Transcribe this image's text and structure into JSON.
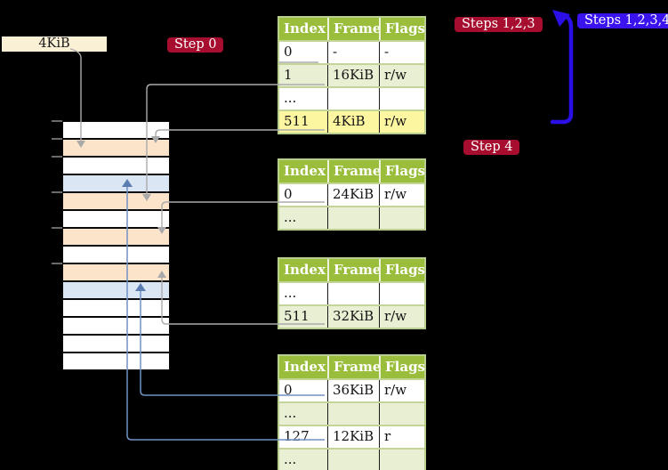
{
  "colors": {
    "background": "#000000",
    "table_header_green": "#9abd3c",
    "table_row_shaded_green": "#e9efd3",
    "highlight_yellow": "#fdf6a0",
    "frame_peach": "#fce4cb",
    "frame_blue": "#dbe6f5",
    "chunk_box_cream": "#faf0d6",
    "badge_crimson": "#a60d2e",
    "badge_blue": "#3a13ee",
    "connector_grey": "#ababab",
    "connector_blue": "#7191c4",
    "repeat_arrow_blue": "#2a10e6"
  },
  "chunk_label": "4KiB",
  "badges": {
    "step0": "Step 0",
    "steps123": "Steps 1,2,3",
    "steps1234": "Steps 1,2,3,4",
    "step4": "Step 4"
  },
  "table_headers": [
    "Index",
    "Frame",
    "Flags"
  ],
  "page_tables": [
    {
      "rows": [
        {
          "index": "0",
          "frame": "-",
          "flags": "-",
          "shaded": false,
          "highlight": false
        },
        {
          "index": "1",
          "frame": "16KiB",
          "flags": "r/w",
          "shaded": true,
          "highlight": false
        },
        {
          "index": "...",
          "frame": "",
          "flags": "",
          "shaded": false,
          "highlight": false
        },
        {
          "index": "511",
          "frame": "4KiB",
          "flags": "r/w",
          "shaded": true,
          "highlight": true
        }
      ]
    },
    {
      "rows": [
        {
          "index": "0",
          "frame": "24KiB",
          "flags": "r/w",
          "shaded": false,
          "highlight": false
        },
        {
          "index": "...",
          "frame": "",
          "flags": "",
          "shaded": true,
          "highlight": false
        }
      ]
    },
    {
      "rows": [
        {
          "index": "...",
          "frame": "",
          "flags": "",
          "shaded": false,
          "highlight": false
        },
        {
          "index": "511",
          "frame": "32KiB",
          "flags": "r/w",
          "shaded": true,
          "highlight": false
        }
      ]
    },
    {
      "rows": [
        {
          "index": "0",
          "frame": "36KiB",
          "flags": "r/w",
          "shaded": false,
          "highlight": false
        },
        {
          "index": "...",
          "frame": "",
          "flags": "",
          "shaded": true,
          "highlight": false
        },
        {
          "index": "127",
          "frame": "12KiB",
          "flags": "r",
          "shaded": false,
          "highlight": false
        },
        {
          "index": "...",
          "frame": "",
          "flags": "",
          "shaded": true,
          "highlight": false
        }
      ]
    }
  ],
  "memory_strip": {
    "rows": [
      "white",
      "peach",
      "white",
      "blue",
      "peach",
      "white",
      "peach",
      "white",
      "peach",
      "blue",
      "white",
      "white",
      "white",
      "white"
    ]
  }
}
